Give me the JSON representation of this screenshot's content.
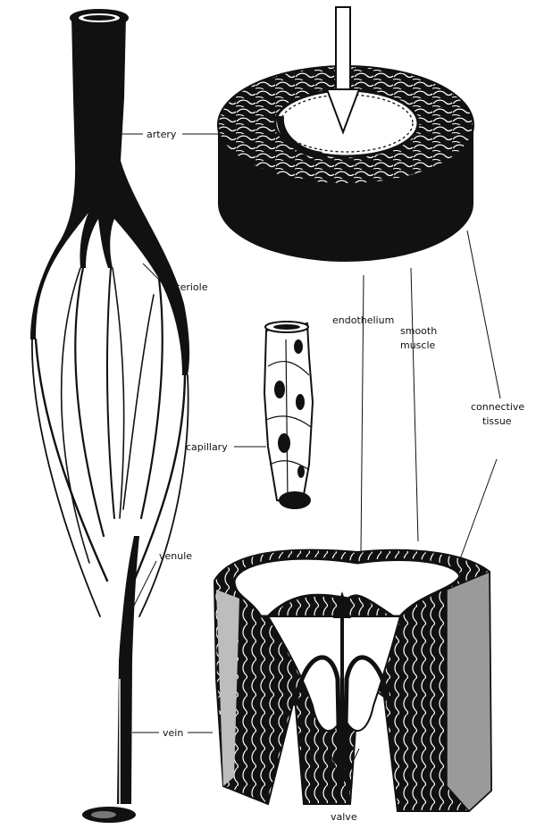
{
  "labels": {
    "artery": "artery",
    "arteriole": "arteriole",
    "endothelium": "endothelium",
    "smooth_muscle_line1": "smooth",
    "smooth_muscle_line2": "muscle",
    "connective_line1": "connective",
    "connective_line2": "tissue",
    "capillary": "capillary",
    "venule": "venule",
    "vein": "vein",
    "valve": "valve"
  },
  "colors": {
    "ink": "#111111",
    "paper": "#ffffff",
    "tissue_gray": "#9a9a9a"
  }
}
